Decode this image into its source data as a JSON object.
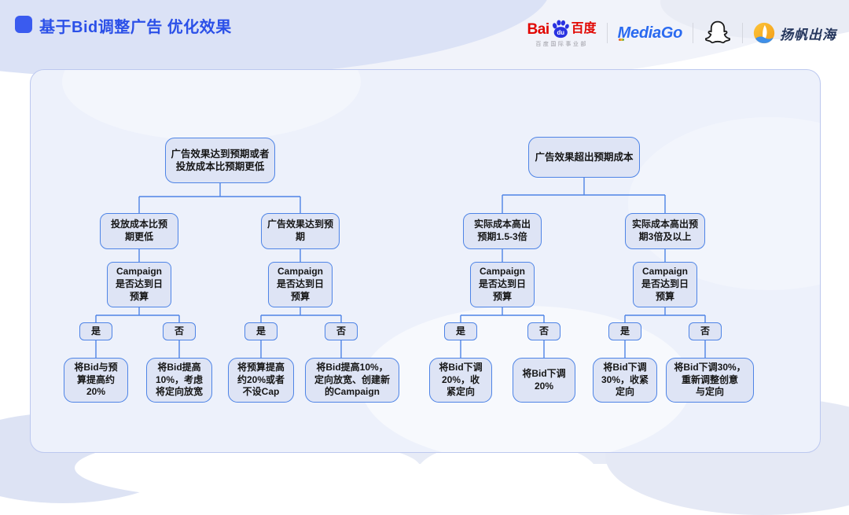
{
  "header": {
    "title": "基于Bid调整广告 优化效果",
    "logos": {
      "baidu": {
        "bai": "Bai",
        "du": "du",
        "cn": "百度",
        "subtitle": "百度国际事业部"
      },
      "mediago": {
        "label": "MediaGo"
      },
      "snapchat": {
        "icon": "snapchat-ghost-icon"
      },
      "yangfan": {
        "label": "扬帆出海",
        "icon": "sailboat-icon"
      }
    }
  },
  "colors": {
    "title_blue": "#2b50e8",
    "node_border_blue": "#4e84e6",
    "node_fill": "#dee4f5",
    "panel_fill": "#edf1fb",
    "panel_border": "#bcc8ef",
    "baidu_red": "#e10601",
    "baidu_blue": "#2932e1",
    "mediago_blue": "#2a6af0",
    "yangfan_orange": "#f6a71f"
  },
  "flowchart": {
    "decision_yes": "是",
    "decision_no": "否",
    "trees": [
      {
        "root": "广告效果达到预期或者\n投放成本比预期更低",
        "branches": [
          {
            "condition": "投放成本比预\n期更低",
            "decision": "Campaign\n是否达到日\n预算",
            "yes_action": "将Bid与预\n算提高约\n20%",
            "no_action": "将Bid提高\n10%，考虑\n将定向放宽"
          },
          {
            "condition": "广告效果达到预\n期",
            "decision": "Campaign\n是否达到日\n预算",
            "yes_action": "将预算提高\n约20%或者\n不设Cap",
            "no_action": "将Bid提高10%，\n定向放宽、创建新\n的Campaign"
          }
        ]
      },
      {
        "root": "广告效果超出预期成本",
        "branches": [
          {
            "condition": "实际成本高出\n预期1.5-3倍",
            "decision": "Campaign\n是否达到日\n预算",
            "yes_action": "将Bid下调\n20%，收\n紧定向",
            "no_action": "将Bid下调\n20%"
          },
          {
            "condition": "实际成本高出预\n期3倍及以上",
            "decision": "Campaign\n是否达到日\n预算",
            "yes_action": "将Bid下调\n30%，收紧\n定向",
            "no_action": "将Bid下调30%，\n重新调整创意\n与定向"
          }
        ]
      }
    ]
  }
}
